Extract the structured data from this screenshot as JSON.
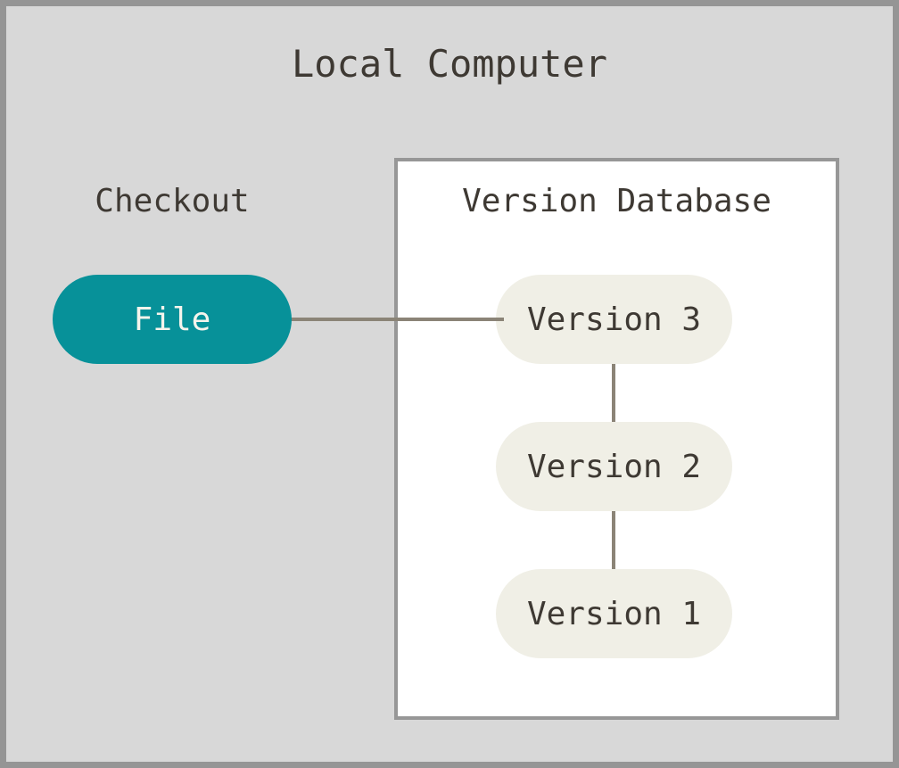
{
  "diagram": {
    "title": "Local Computer",
    "checkout": {
      "label": "Checkout"
    },
    "file_node": {
      "label": "File"
    },
    "version_database": {
      "title": "Version Database",
      "versions": [
        {
          "label": "Version 3"
        },
        {
          "label": "Version 2"
        },
        {
          "label": "Version 1"
        }
      ]
    }
  },
  "colors": {
    "background": "#d8d8d8",
    "frame_border": "#959595",
    "box_background": "#ffffff",
    "box_border": "#979797",
    "file_fill": "#079199",
    "file_text": "#f5f4ec",
    "version_fill": "#f0efe6",
    "text": "#3e3933",
    "connector": "#8b8477"
  }
}
